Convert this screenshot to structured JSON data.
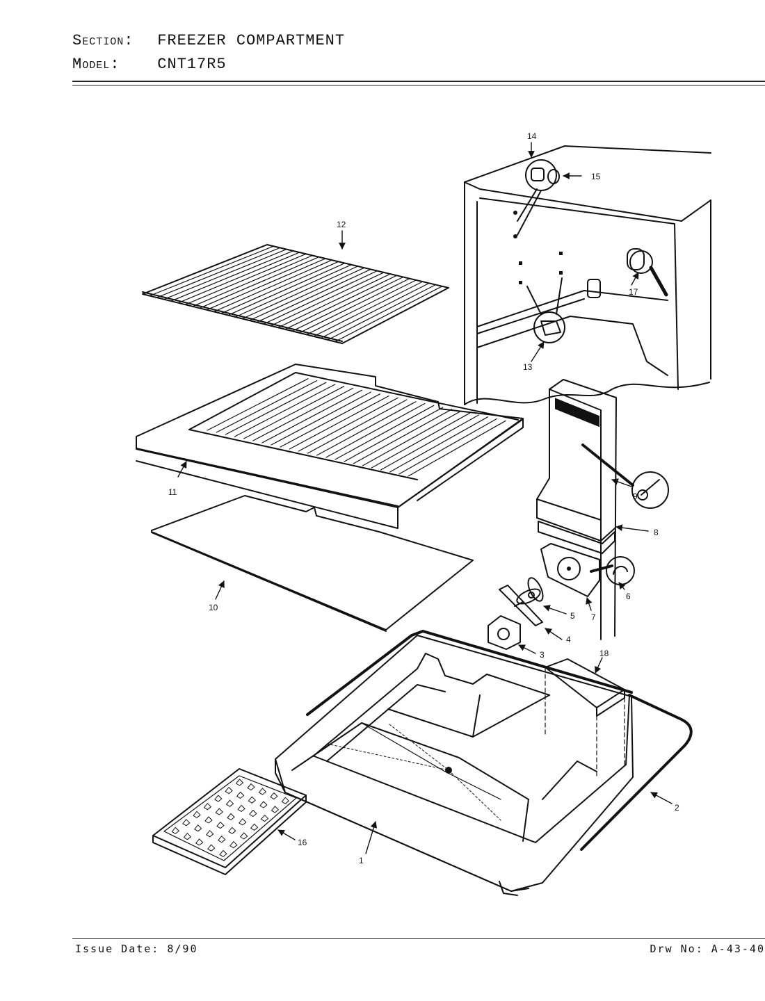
{
  "header": {
    "section_label": "Section:",
    "section_value": "FREEZER COMPARTMENT",
    "model_label": "Model:",
    "model_value": "CNT17R5"
  },
  "footer": {
    "issue_date": "Issue Date: 8/90",
    "drawing_no": "Drw No: A-43-40"
  },
  "callouts": {
    "c1": "1",
    "c2": "2",
    "c3": "3",
    "c4": "4",
    "c5": "5",
    "c6": "6",
    "c7": "7",
    "c8": "8",
    "c9": "9",
    "c10": "10",
    "c11": "11",
    "c12": "12",
    "c13": "13",
    "c14": "14",
    "c15": "15",
    "c16": "16",
    "c17": "17",
    "c18": "18"
  }
}
